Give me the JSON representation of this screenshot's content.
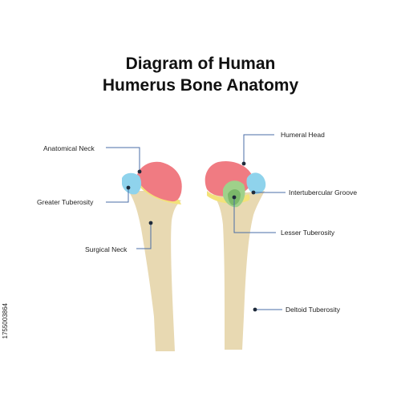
{
  "title": {
    "line1": "Diagram of Human",
    "line2": "Humerus Bone Anatomy"
  },
  "labels": {
    "anatomical_neck": "Anatomical Neck",
    "greater_tuberosity": "Greater Tuberosity",
    "surgical_neck": "Surgical Neck",
    "humeral_head": "Humeral Head",
    "intertubercular_groove": "Intertubercular Groove",
    "lesser_tuberosity": "Lesser Tuberosity",
    "deltoid_tuberosity": "Deltoid Tuberosity"
  },
  "stock_id": "1755003864",
  "colors": {
    "bone": "#e8d9b2",
    "head": "#f07b82",
    "tuberosity": "#8fd3ec",
    "neck_outline": "#f3e27a",
    "groove": "#9fd18a",
    "leader": "#4a6da7"
  }
}
